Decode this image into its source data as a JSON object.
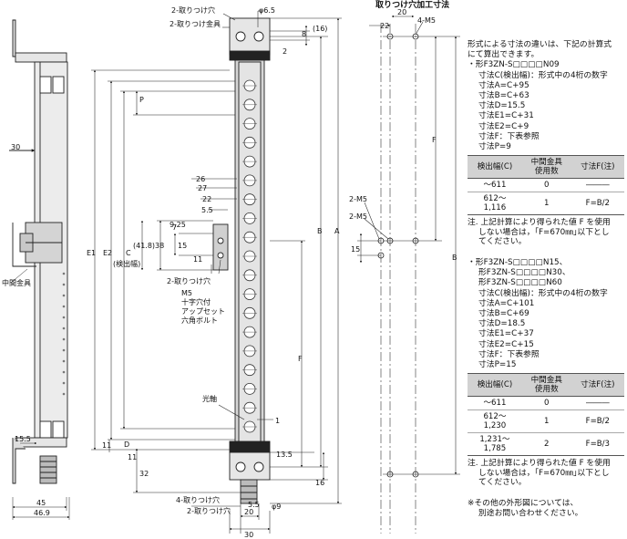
{
  "drawing": {
    "top_labels": {
      "mount_hole": "2-取りつけ穴",
      "mount_bracket": "2-取りつけ金具",
      "phi_6_5": "φ6.5",
      "d16": "(16)",
      "d8": "8",
      "d2": "2"
    },
    "side_view": {
      "d30": "30",
      "d45": "45",
      "d46_9": "46.9",
      "d15_5": "15.5",
      "middle_bracket": "中間金具"
    },
    "front_view": {
      "E1": "E1",
      "E2": "E2",
      "C": "C",
      "C_paren": "(検出幅)",
      "D": "D",
      "P": "P",
      "F": "F",
      "B": "B",
      "A": "A",
      "d11a": "11",
      "d11b": "11",
      "d32": "32",
      "d1": "1",
      "optical_axis": "光軸",
      "d13_5": "13.5",
      "d16": "16",
      "d20": "20",
      "d30": "30",
      "d5_5": "5.5",
      "phi9": "φ9",
      "hole4": "4-取りつけ穴",
      "hole2": "2-取りつけ穴",
      "d26": "26",
      "d27": "27",
      "d22": "22",
      "d5_5b": "5.5",
      "d9_25": "9.25",
      "d41_8": "(41.8)",
      "d38": "38",
      "d15": "15",
      "d7": "7",
      "d11c": "11",
      "bracket_hole": "2-取りつけ穴",
      "bolt_1": "M5",
      "bolt_2": "十字穴付",
      "bolt_3": "アップセット",
      "bolt_4": "六角ボルト"
    },
    "mounting": {
      "title": "取りつけ穴加工寸法",
      "d20": "20",
      "d22": "22",
      "m5_4": "4-M5",
      "F": "F",
      "B": "B",
      "m5_2a": "2-M5",
      "m5_2b": "2-M5",
      "d15": "15"
    }
  },
  "notes": {
    "intro1": "形式による寸法の違いは、下記の計算式",
    "intro2": "にて算出できます。",
    "g1": {
      "model": "・形F3ZN-S□□□□N09",
      "lines": [
        "寸法C(検出幅)：形式中の4桁の数字",
        "寸法A=C+95",
        "寸法B=C+63",
        "寸法D=15.5",
        "寸法E1=C+31",
        "寸法E2=C+9",
        "寸法F：下表参照",
        "寸法P=9"
      ],
      "headers": [
        "検出幅(C)",
        "中間金具\n使用数",
        "寸法F(注)"
      ],
      "rows": [
        [
          "～611",
          "0",
          "―――"
        ],
        [
          "612～\n1,116",
          "1",
          "F=B/2"
        ]
      ],
      "note": [
        "注. 上記計算により得られた値 F を使用",
        "しない場合は，｢F=670㎜｣以下とし",
        "てください。"
      ]
    },
    "g2": {
      "models": [
        "・形F3ZN-S□□□□N15、",
        "形F3ZN-S□□□□N30、",
        "形F3ZN-S□□□□N60"
      ],
      "lines": [
        "寸法C(検出幅)：形式中の4桁の数字",
        "寸法A=C+101",
        "寸法B=C+69",
        "寸法D=18.5",
        "寸法E1=C+37",
        "寸法E2=C+15",
        "寸法F：下表参照",
        "寸法P=15"
      ],
      "headers": [
        "検出幅(C)",
        "中間金具\n使用数",
        "寸法F(注)"
      ],
      "rows": [
        [
          "～611",
          "0",
          "―――"
        ],
        [
          "612～\n1,230",
          "1",
          "F=B/2"
        ],
        [
          "1,231～\n1,785",
          "2",
          "F=B/3"
        ]
      ],
      "note": [
        "注. 上記計算により得られた値 F を使用",
        "しない場合は，｢F=670㎜｣以下とし",
        "てください。"
      ]
    },
    "footer": [
      "※その他の外形図については、",
      "別途お問い合わせください。"
    ]
  }
}
